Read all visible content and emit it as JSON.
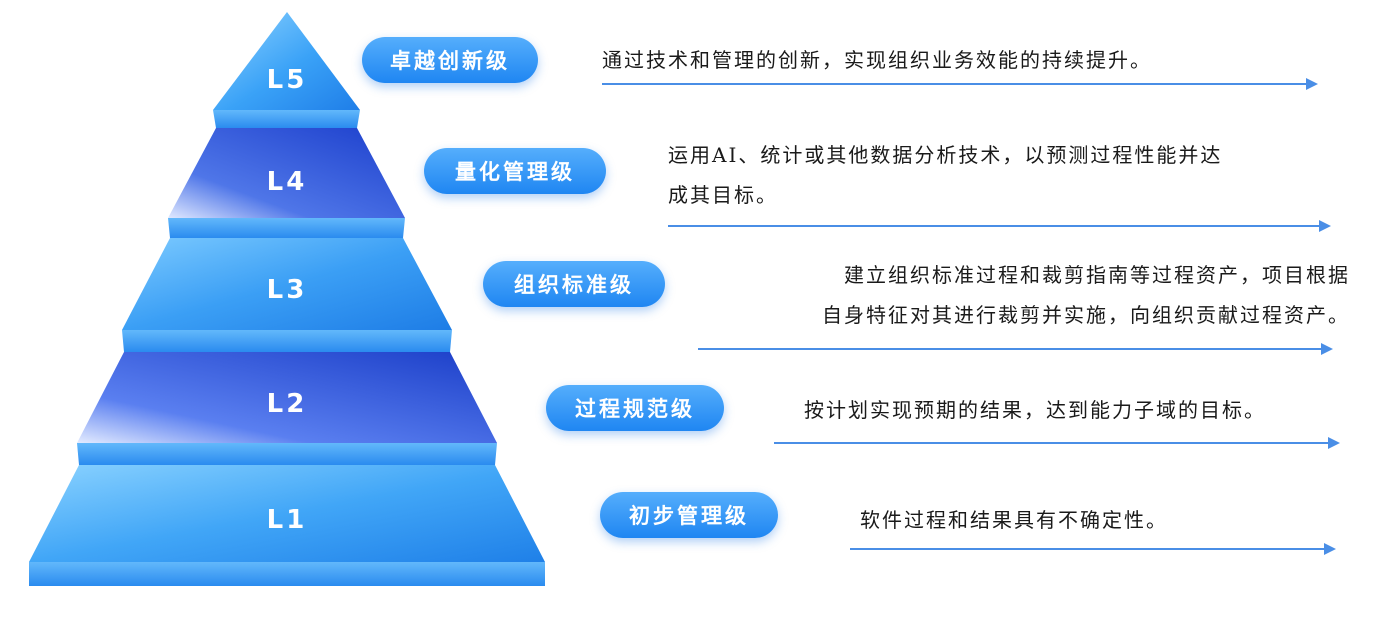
{
  "levels": [
    {
      "code": "L5",
      "name": "卓越创新级",
      "description": "通过技术和管理的创新，实现组织业务效能的持续提升。"
    },
    {
      "code": "L4",
      "name": "量化管理级",
      "description": "运用AI、统计或其他数据分析技术，以预测过程性能并达\n成其目标。"
    },
    {
      "code": "L3",
      "name": "组织标准级",
      "description": "建立组织标准过程和裁剪指南等过程资产，项目根据\n自身特征对其进行裁剪并实施，向组织贡献过程资产。"
    },
    {
      "code": "L2",
      "name": "过程规范级",
      "description": "按计划实现预期的结果，达到能力子域的目标。"
    },
    {
      "code": "L1",
      "name": "初步管理级",
      "description": "软件过程和结果具有不确定性。"
    }
  ],
  "colors": {
    "tier_light": "#6cc2ff",
    "tier_mid": "#2d8ff0",
    "tier_dark": "#1c4fd4",
    "ledge": "#3a9cf6",
    "badge": "#2f95f5",
    "arrow": "#4a8ee6"
  }
}
